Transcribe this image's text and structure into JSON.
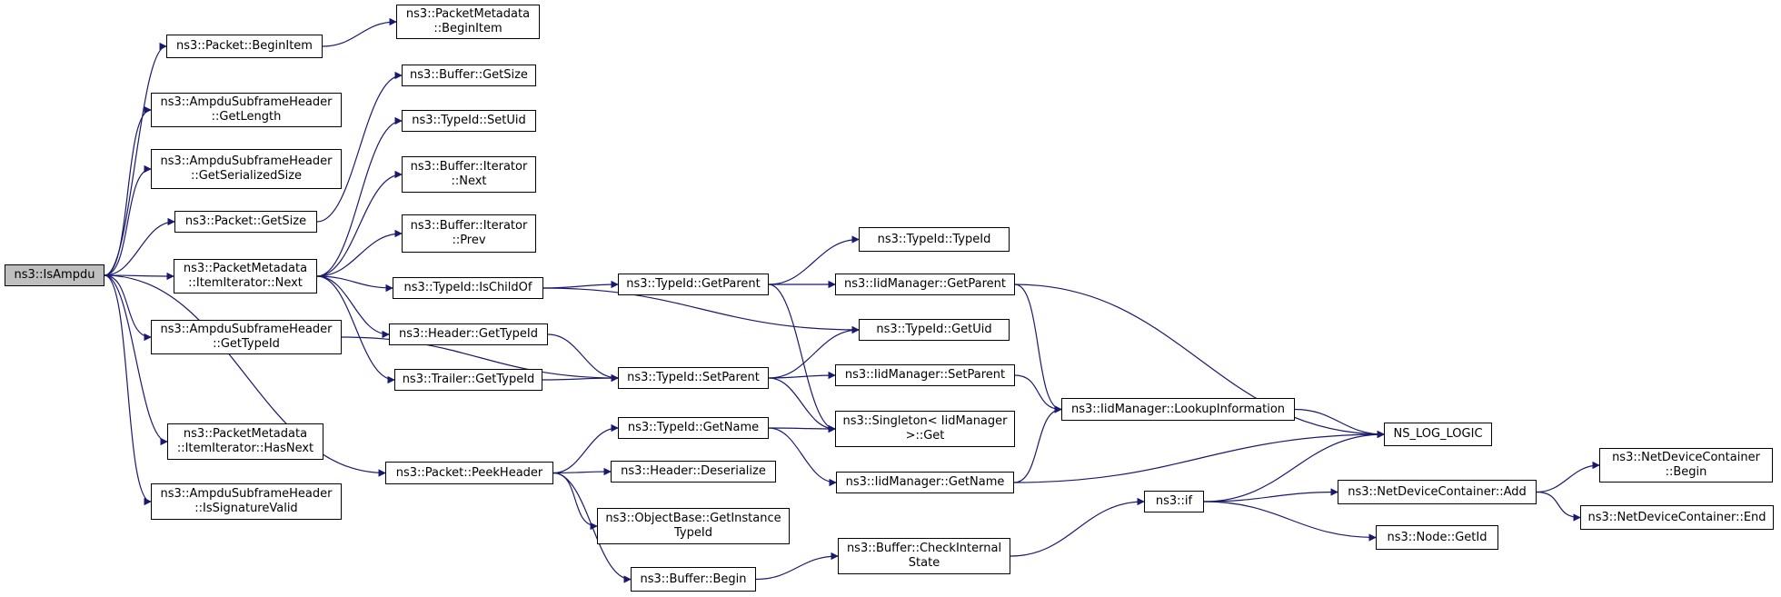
{
  "colors": {
    "edge": "#191970",
    "node_border": "#000000",
    "root_fill": "#bfbfbf"
  },
  "nodes": {
    "isampdu": [
      "ns3::IsAmpdu"
    ],
    "packet_beginitem": [
      "ns3::Packet::BeginItem"
    ],
    "pm_beginitem": [
      "ns3::PacketMetadata",
      "::BeginItem"
    ],
    "ash_getlength": [
      "ns3::AmpduSubframeHeader",
      "::GetLength"
    ],
    "ash_getserializedsize": [
      "ns3::AmpduSubframeHeader",
      "::GetSerializedSize"
    ],
    "packet_getsize": [
      "ns3::Packet::GetSize"
    ],
    "buffer_getsize": [
      "ns3::Buffer::GetSize"
    ],
    "typeid_setuid": [
      "ns3::TypeId::SetUid"
    ],
    "bufit_next": [
      "ns3::Buffer::Iterator",
      "::Next"
    ],
    "bufit_prev": [
      "ns3::Buffer::Iterator",
      "::Prev"
    ],
    "pm_itemit_next": [
      "ns3::PacketMetadata",
      "::ItemIterator::Next"
    ],
    "typeid_typeid": [
      "ns3::TypeId::TypeId"
    ],
    "typeid_ischildof": [
      "ns3::TypeId::IsChildOf"
    ],
    "typeid_getparent": [
      "ns3::TypeId::GetParent"
    ],
    "iid_getparent": [
      "ns3::IidManager::GetParent"
    ],
    "ash_gettypeid": [
      "ns3::AmpduSubframeHeader",
      "::GetTypeId"
    ],
    "header_gettypeid": [
      "ns3::Header::GetTypeId"
    ],
    "typeid_getuid": [
      "ns3::TypeId::GetUid"
    ],
    "trailer_gettypeid": [
      "ns3::Trailer::GetTypeId"
    ],
    "typeid_setparent": [
      "ns3::TypeId::SetParent"
    ],
    "iid_setparent": [
      "ns3::IidManager::SetParent"
    ],
    "iid_lookup": [
      "ns3::IidManager::LookupInformation"
    ],
    "singleton_get": [
      "ns3::Singleton< IidManager",
      ">::Get"
    ],
    "ns_log_logic": [
      "NS_LOG_LOGIC"
    ],
    "typeid_getname": [
      "ns3::TypeId::GetName"
    ],
    "pm_hasnext": [
      "ns3::PacketMetadata",
      "::ItemIterator::HasNext"
    ],
    "packet_peekheader": [
      "ns3::Packet::PeekHeader"
    ],
    "header_deserialize": [
      "ns3::Header::Deserialize"
    ],
    "iid_getname": [
      "ns3::IidManager::GetName"
    ],
    "ash_issignaturevalid": [
      "ns3::AmpduSubframeHeader",
      "::IsSignatureValid"
    ],
    "ndc_begin": [
      "ns3::NetDeviceContainer",
      "::Begin"
    ],
    "objbase_getinstancetypeid": [
      "ns3::ObjectBase::GetInstance",
      "TypeId"
    ],
    "ns3_if": [
      "ns3::if"
    ],
    "ndc_add": [
      "ns3::NetDeviceContainer::Add"
    ],
    "ndc_end": [
      "ns3::NetDeviceContainer::End"
    ],
    "buffer_checkinternalstate": [
      "ns3::Buffer::CheckInternal",
      "State"
    ],
    "node_getid": [
      "ns3::Node::GetId"
    ],
    "buffer_begin": [
      "ns3::Buffer::Begin"
    ]
  },
  "edges": [
    [
      "isampdu",
      "packet_beginitem"
    ],
    [
      "isampdu",
      "ash_getlength"
    ],
    [
      "isampdu",
      "ash_getserializedsize"
    ],
    [
      "isampdu",
      "packet_getsize"
    ],
    [
      "isampdu",
      "pm_itemit_next"
    ],
    [
      "isampdu",
      "ash_gettypeid"
    ],
    [
      "isampdu",
      "pm_hasnext"
    ],
    [
      "isampdu",
      "ash_issignaturevalid"
    ],
    [
      "isampdu",
      "packet_peekheader"
    ],
    [
      "packet_beginitem",
      "pm_beginitem"
    ],
    [
      "packet_getsize",
      "buffer_getsize"
    ],
    [
      "pm_itemit_next",
      "typeid_setuid"
    ],
    [
      "pm_itemit_next",
      "bufit_next"
    ],
    [
      "pm_itemit_next",
      "bufit_prev"
    ],
    [
      "pm_itemit_next",
      "typeid_ischildof"
    ],
    [
      "pm_itemit_next",
      "header_gettypeid"
    ],
    [
      "pm_itemit_next",
      "trailer_gettypeid"
    ],
    [
      "typeid_ischildof",
      "typeid_getparent"
    ],
    [
      "typeid_ischildof",
      "typeid_getuid"
    ],
    [
      "typeid_getparent",
      "typeid_typeid"
    ],
    [
      "typeid_getparent",
      "iid_getparent"
    ],
    [
      "typeid_getparent",
      "singleton_get"
    ],
    [
      "iid_getparent",
      "iid_lookup"
    ],
    [
      "iid_getparent",
      "ns_log_logic"
    ],
    [
      "ash_gettypeid",
      "typeid_setparent"
    ],
    [
      "header_gettypeid",
      "typeid_setparent"
    ],
    [
      "trailer_gettypeid",
      "typeid_setparent"
    ],
    [
      "typeid_setparent",
      "typeid_getuid"
    ],
    [
      "typeid_setparent",
      "iid_setparent"
    ],
    [
      "typeid_setparent",
      "singleton_get"
    ],
    [
      "iid_setparent",
      "iid_lookup"
    ],
    [
      "iid_lookup",
      "ns_log_logic"
    ],
    [
      "packet_peekheader",
      "typeid_getname"
    ],
    [
      "packet_peekheader",
      "header_deserialize"
    ],
    [
      "packet_peekheader",
      "objbase_getinstancetypeid"
    ],
    [
      "packet_peekheader",
      "buffer_begin"
    ],
    [
      "typeid_getname",
      "singleton_get"
    ],
    [
      "typeid_getname",
      "iid_getname"
    ],
    [
      "iid_getname",
      "iid_lookup"
    ],
    [
      "iid_getname",
      "ns_log_logic"
    ],
    [
      "buffer_begin",
      "buffer_checkinternalstate"
    ],
    [
      "buffer_checkinternalstate",
      "ns3_if"
    ],
    [
      "ns3_if",
      "ns_log_logic"
    ],
    [
      "ns3_if",
      "ndc_add"
    ],
    [
      "ns3_if",
      "node_getid"
    ],
    [
      "ndc_add",
      "ndc_begin"
    ],
    [
      "ndc_add",
      "ndc_end"
    ]
  ]
}
